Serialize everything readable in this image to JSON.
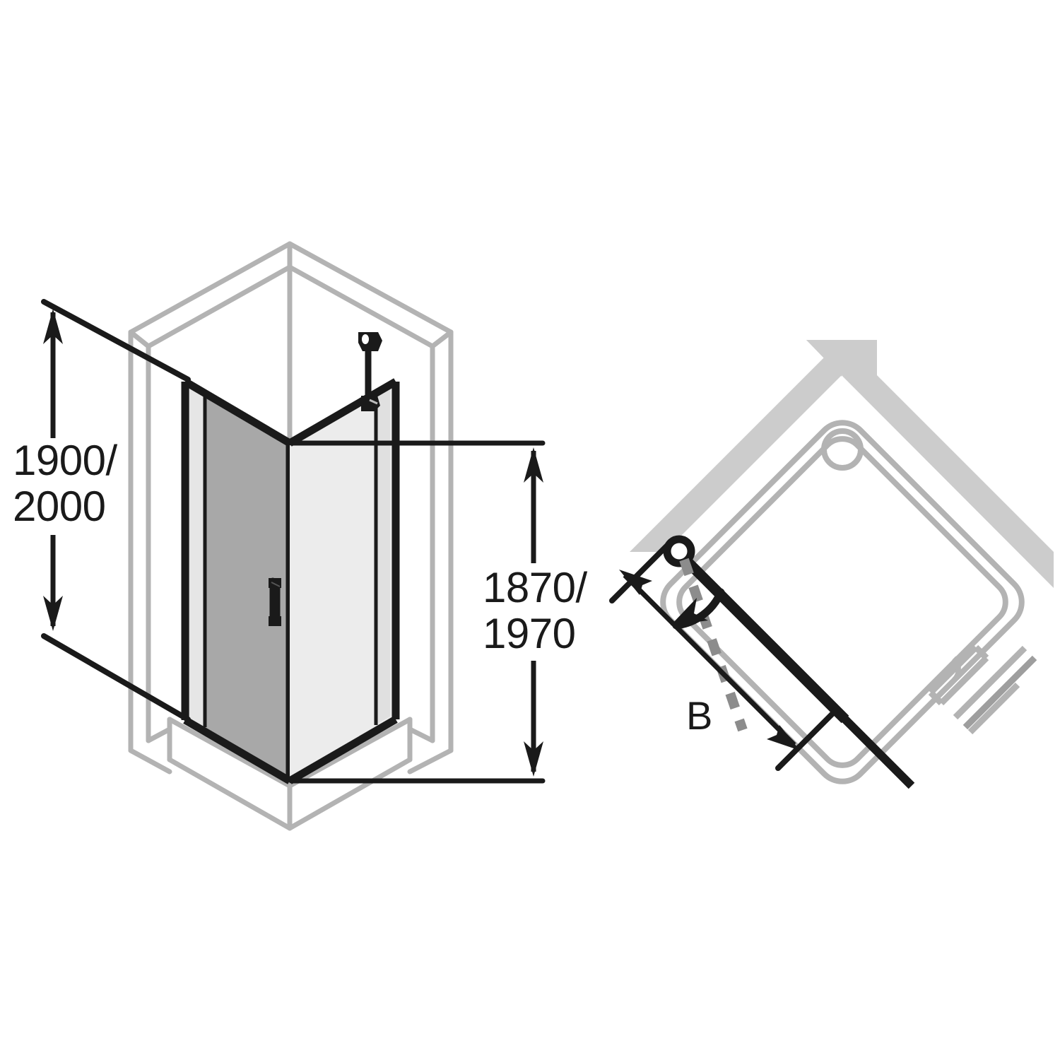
{
  "drawing": {
    "type": "technical-line-drawing",
    "subject": "Shower enclosure corner entry with pivot door",
    "views": [
      {
        "name": "isometric-view",
        "position": "left"
      },
      {
        "name": "plan-view",
        "position": "right"
      }
    ],
    "colors": {
      "outline_dark": "#1a1a1a",
      "outline_light": "#b3b3b3",
      "glass_fill_dark": "#a8a8a8",
      "glass_fill_light": "#e8e8e8",
      "wall_fill": "#cccccc",
      "background": "#ffffff",
      "hinge_swing_dash": "#8c8c8c"
    }
  },
  "dimensions": {
    "overall_height": {
      "label": "1900/\n2000",
      "line1": "1900/",
      "line2": "2000",
      "unit": "mm",
      "values": [
        1900,
        2000
      ],
      "orientation": "vertical",
      "view": "isometric-view"
    },
    "glass_height": {
      "label": "1870/\n1970",
      "line1": "1870/",
      "line2": "1970",
      "unit": "mm",
      "values": [
        1870,
        1970
      ],
      "orientation": "vertical",
      "view": "isometric-view"
    },
    "width_b": {
      "label": "B",
      "description": "Door panel width",
      "orientation": "diagonal",
      "view": "plan-view"
    }
  },
  "components": {
    "door_panel": "pivot-door-glass-panel",
    "side_panel": "fixed-side-glass-panel",
    "handle": "door-handle",
    "stabilizer": "shower-holder-bar",
    "shower_tray": "shower-tray",
    "drain": "drain-outlet",
    "hinge": "pivot-hinge",
    "swing_arc": "door-swing-arc"
  }
}
